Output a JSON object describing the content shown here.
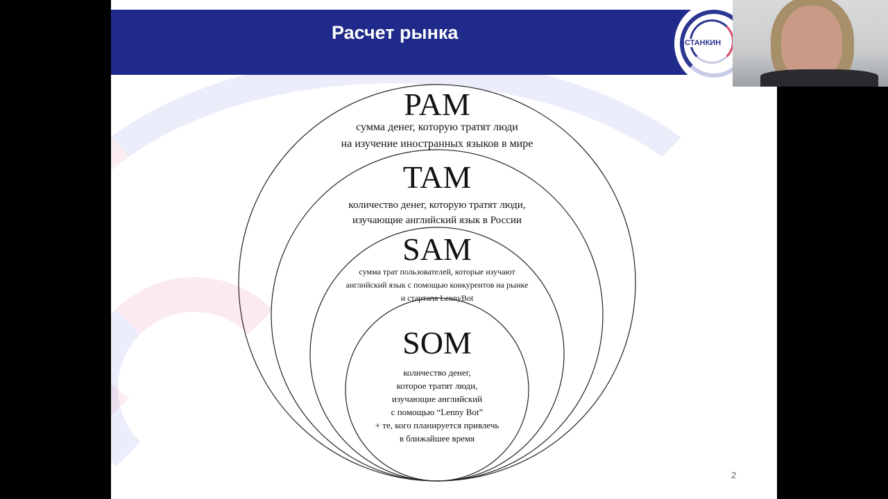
{
  "slide": {
    "title": "Расчет рынка",
    "logo_text": "СТАНКИН",
    "page_number": "2",
    "levels": [
      {
        "name": "PAM",
        "lines": [
          "сумма денег, которую тратят люди",
          "на изучение иностранных языков в мире"
        ]
      },
      {
        "name": "TAM",
        "lines": [
          "количество денег, которую тратят люди,",
          "изучающие английский язык в России"
        ]
      },
      {
        "name": "SAM",
        "lines": [
          "сумма трат пользователей, которые изучают",
          "английский язык с помощью конкурентов на рынке",
          "и стартапа LennyBot"
        ]
      },
      {
        "name": "SOM",
        "lines": [
          "количество денег,",
          "которое тратят люди,",
          "изучающие английский",
          "с помощью “Lenny Bot”",
          "+ те, кого планируется привлечь",
          "в ближайшее время"
        ]
      }
    ]
  },
  "colors": {
    "header": "#1f2a8a",
    "accent_pink": "#d84a6a"
  }
}
